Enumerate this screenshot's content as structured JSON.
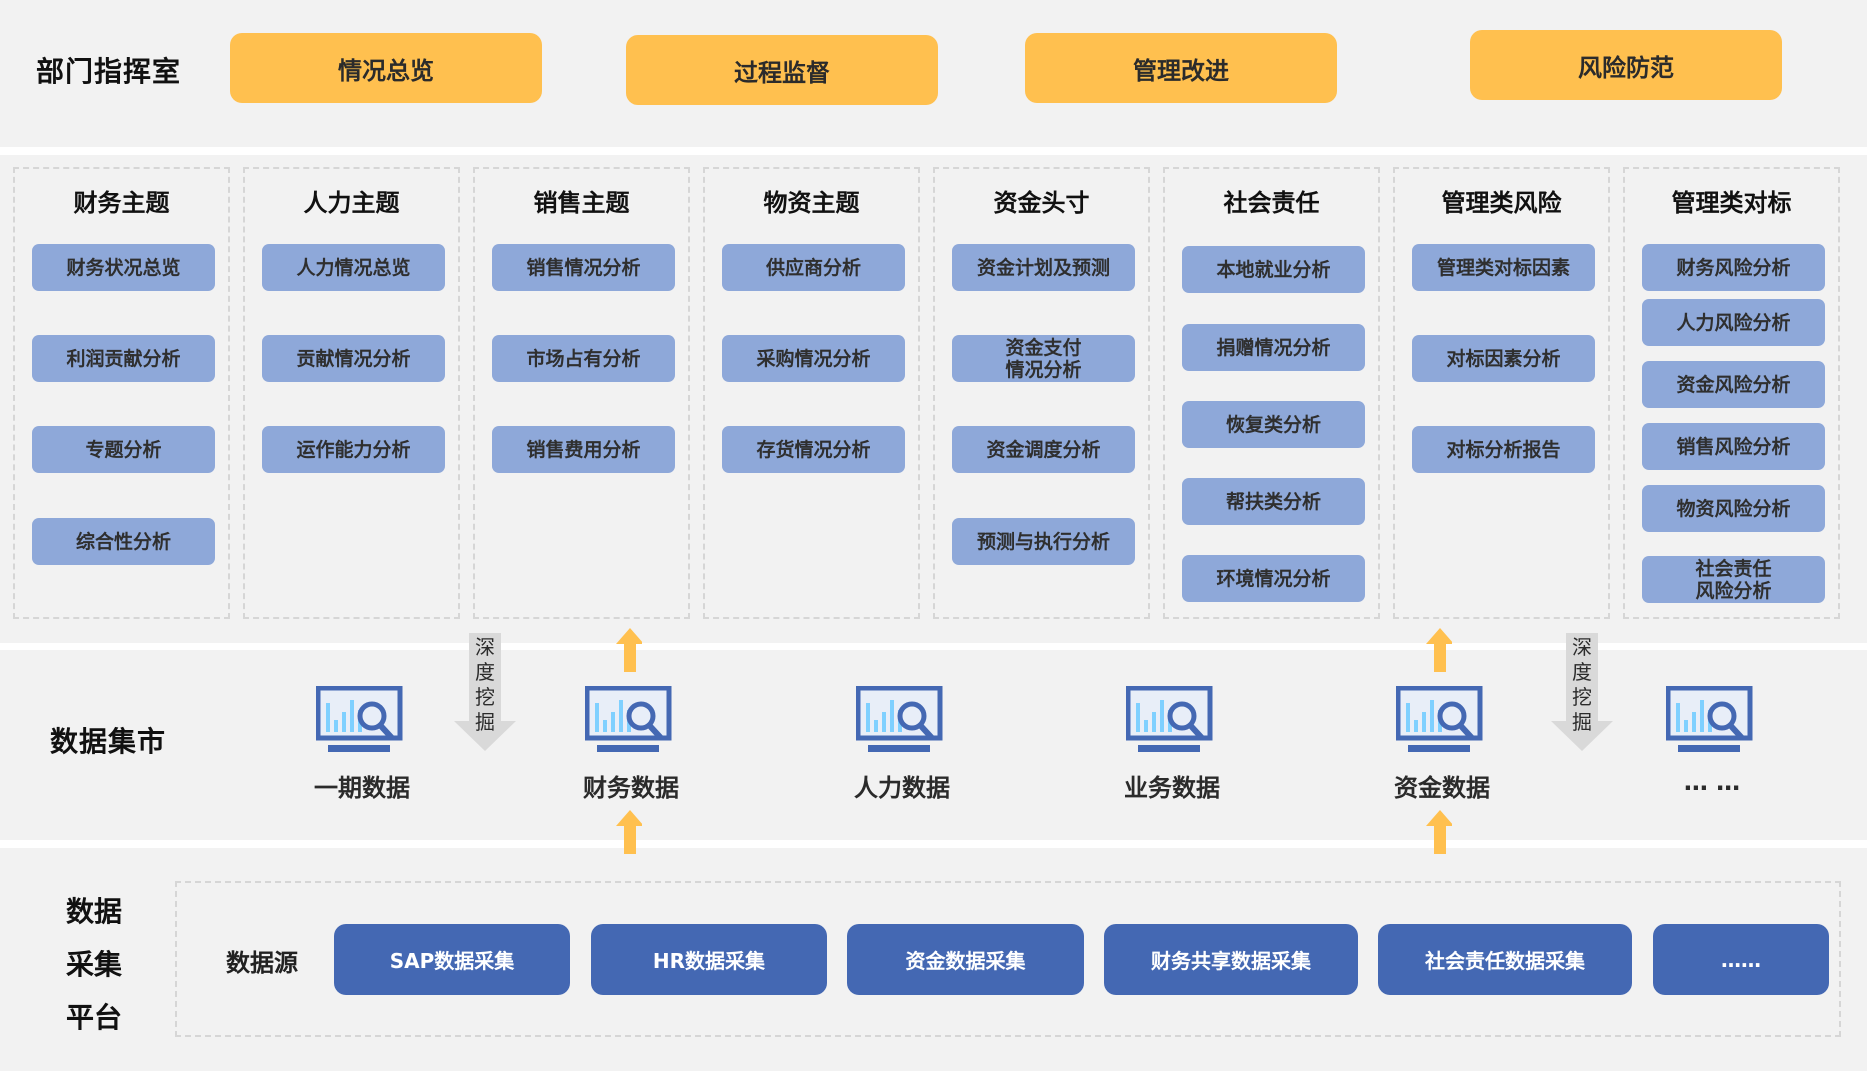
{
  "header": {
    "title": "部门指挥室",
    "buttons": [
      "情况总览",
      "过程监督",
      "管理改进",
      "风险防范"
    ]
  },
  "themes": [
    {
      "title": "财务主题",
      "items": [
        "财务状况总览",
        "利润贡献分析",
        "专题分析",
        "综合性分析"
      ]
    },
    {
      "title": "人力主题",
      "items": [
        "人力情况总览",
        "贡献情况分析",
        "运作能力分析"
      ]
    },
    {
      "title": "销售主题",
      "items": [
        "销售情况分析",
        "市场占有分析",
        "销售费用分析"
      ]
    },
    {
      "title": "物资主题",
      "items": [
        "供应商分析",
        "采购情况分析",
        "存货情况分析"
      ]
    },
    {
      "title": "资金头寸",
      "items": [
        "资金计划及预测",
        "资金支付\n情况分析",
        "资金调度分析",
        "预测与执行分析"
      ]
    },
    {
      "title": "社会责任",
      "items": [
        "本地就业分析",
        "捐赠情况分析",
        "恢复类分析",
        "帮扶类分析",
        "环境情况分析"
      ]
    },
    {
      "title": "管理类风险",
      "items": [
        "管理类对标因素",
        "对标因素分析",
        "对标分析报告"
      ]
    },
    {
      "title": "管理类对标",
      "items": [
        "财务风险分析",
        "人力风险分析",
        "资金风险分析",
        "销售风险分析",
        "物资风险分析",
        "社会责任\n风险分析"
      ]
    }
  ],
  "data_mart": {
    "title": "数据集市",
    "items": [
      "一期数据",
      "财务数据",
      "人力数据",
      "业务数据",
      "资金数据",
      "… …"
    ],
    "deep_mining_label": "深度挖掘"
  },
  "collection": {
    "title_lines": [
      "数据",
      "采集",
      "平台"
    ],
    "source_label": "数据源",
    "buttons": [
      "SAP数据采集",
      "HR数据采集",
      "资金数据采集",
      "财务共享数据采集",
      "社会责任数据采集",
      "……"
    ]
  },
  "colors": {
    "accent_yellow": "#ffc04f",
    "item_blue": "#8ea8d9",
    "source_blue": "#4468b3",
    "icon_blue": "#4468b3",
    "icon_bar": "#7fd0ff",
    "dig_gray": "#d9d9d9"
  }
}
